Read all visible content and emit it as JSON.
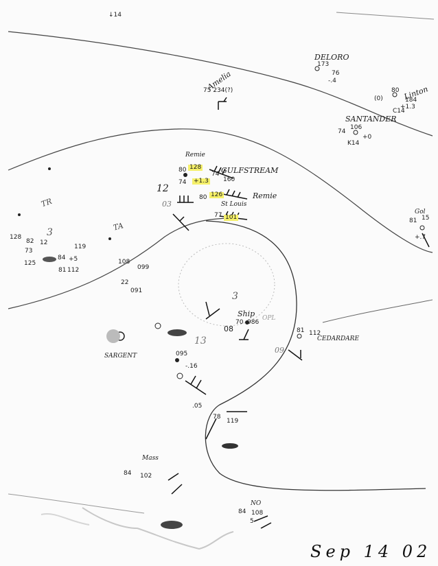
{
  "map": {
    "date_label": "Sep 14 02",
    "stations": {
      "deloro": {
        "name": "DELORO",
        "pressure": "173",
        "temp": "76",
        "tend": "-.4"
      },
      "amelia": {
        "name": "Amelia",
        "line": "75 234(?)"
      },
      "santander": {
        "name": "SANTANDER",
        "temp": "74",
        "pressure": "106",
        "tend": "+0",
        "dew": "K14"
      },
      "linton": {
        "name": "Linton",
        "temp": "80",
        "pressure": "184",
        "tend": "+1.3",
        "extra": "(0)",
        "dew": "C14"
      },
      "remie1": {
        "name": "Remie",
        "temp": "80",
        "pressure": "128",
        "tend": "+1.3",
        "dew": "74"
      },
      "gulfstream": {
        "name": "GULFSTREAM",
        "temp": "74",
        "pressure": "160"
      },
      "remie2": {
        "name": "Remie",
        "temp": "80",
        "pressure": "126"
      },
      "stlouis": {
        "name": "St Louis",
        "temp": "77",
        "pressure": "101"
      },
      "gol": {
        "name": "Gol",
        "temp": "81",
        "pressure": "15",
        "tend": "+.7"
      },
      "cedardare": {
        "name": "CEDARDARE",
        "temp": "81",
        "pressure": "112"
      },
      "sargent": {
        "name": "SARGENT"
      },
      "ship": {
        "name": "Ship",
        "temp": "70",
        "pressure": "986",
        "note": "08",
        "extra": "OPL"
      },
      "mass": {
        "name": "Mass",
        "temp": "84",
        "pressure": "102"
      },
      "no": {
        "name": "NO",
        "temp": "84",
        "pressure": "108",
        "dew": "5"
      }
    },
    "annotations": {
      "arrow_top": "↓14",
      "tr": "TR",
      "ta": "TA",
      "n12": "12",
      "n03": "03",
      "n3": "3",
      "n09": "09",
      "n13": "13",
      "n22": "22",
      "n3b": "3",
      "p128": "128",
      "p82": "82",
      "p12": "12",
      "p19": "119",
      "p73": "73",
      "p125": "125",
      "p84": "84",
      "p45": "+5",
      "p112": "112",
      "p81": "81",
      "p108": "108",
      "p099": "099",
      "p091": "091",
      "p095": "095",
      "p16": "-.16",
      "p05": ".05",
      "p119": "119",
      "p78": "78"
    }
  }
}
